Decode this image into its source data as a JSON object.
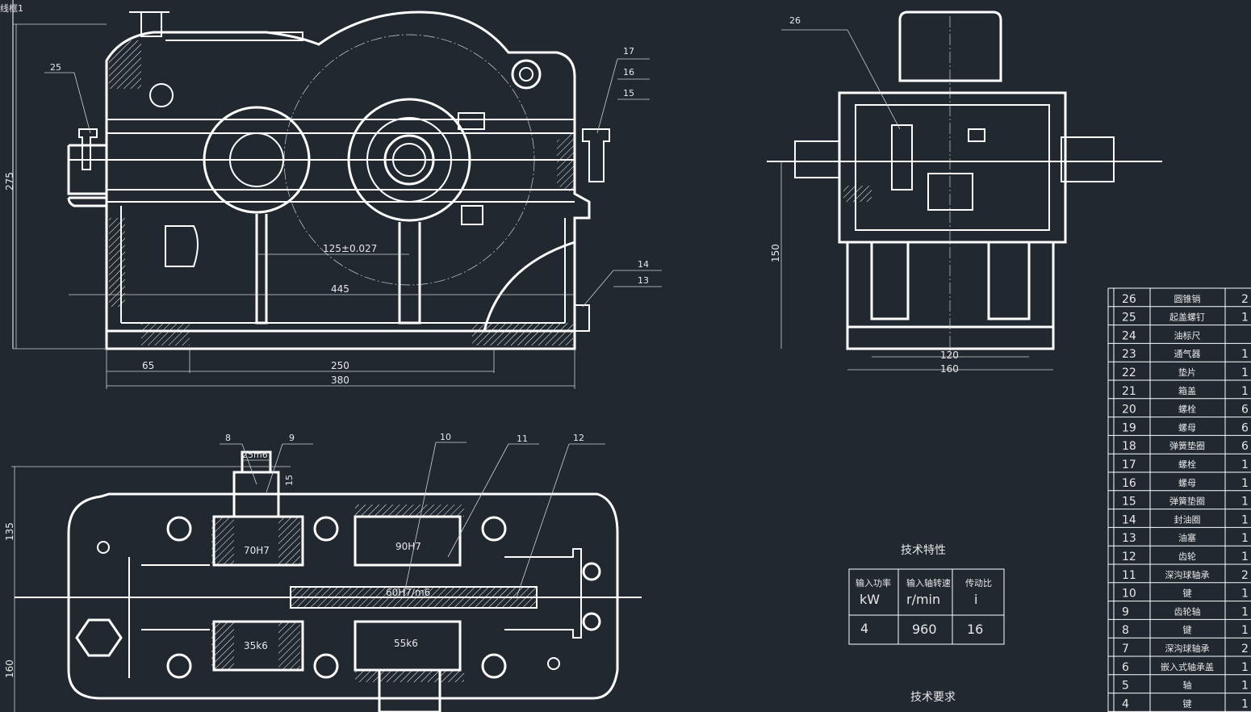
{
  "frame_label": "线框1",
  "front_view": {
    "dims": {
      "height": "275",
      "center_distance": "125±0.027",
      "overall_base": "445",
      "foot_left": "65",
      "foot_span": "250",
      "overall": "380"
    },
    "callouts": [
      "25",
      "17",
      "16",
      "15",
      "14",
      "13"
    ]
  },
  "side_view": {
    "dims": {
      "height": "150",
      "inner": "120",
      "outer": "160"
    },
    "callouts": [
      "26"
    ]
  },
  "top_view": {
    "dims": {
      "d1": "25m6",
      "d2": "15",
      "d3": "70H7",
      "d4": "90H7",
      "d5": "60H7/m6",
      "d6": "35k6",
      "d7": "55k6",
      "left_top": "135",
      "left_bottom": "160"
    },
    "callouts": [
      "8",
      "9",
      "10",
      "11",
      "12"
    ]
  },
  "tech_spec": {
    "title": "技术特性",
    "headers": [
      {
        "line1": "输入功率",
        "line2": "kW"
      },
      {
        "line1": "输入轴转速",
        "line2": "r/min"
      },
      {
        "line1": "传动比",
        "line2": "i"
      }
    ],
    "values": [
      "4",
      "960",
      "16"
    ]
  },
  "tech_req_title": "技术要求",
  "parts": [
    {
      "no": "26",
      "name": "圆锥销",
      "qty": "2"
    },
    {
      "no": "25",
      "name": "起盖螺钉",
      "qty": "1"
    },
    {
      "no": "24",
      "name": "油标尺",
      "qty": ""
    },
    {
      "no": "23",
      "name": "通气器",
      "qty": "1"
    },
    {
      "no": "22",
      "name": "垫片",
      "qty": "1"
    },
    {
      "no": "21",
      "name": "箱盖",
      "qty": "1"
    },
    {
      "no": "20",
      "name": "螺栓",
      "qty": "6"
    },
    {
      "no": "19",
      "name": "螺母",
      "qty": "6"
    },
    {
      "no": "18",
      "name": "弹簧垫圈",
      "qty": "6"
    },
    {
      "no": "17",
      "name": "螺栓",
      "qty": "1"
    },
    {
      "no": "16",
      "name": "螺母",
      "qty": "1"
    },
    {
      "no": "15",
      "name": "弹簧垫圈",
      "qty": "1"
    },
    {
      "no": "14",
      "name": "封油圈",
      "qty": "1"
    },
    {
      "no": "13",
      "name": "油塞",
      "qty": "1"
    },
    {
      "no": "12",
      "name": "齿轮",
      "qty": "1"
    },
    {
      "no": "11",
      "name": "深沟球轴承",
      "qty": "2"
    },
    {
      "no": "10",
      "name": "键",
      "qty": "1"
    },
    {
      "no": "9",
      "name": "齿轮轴",
      "qty": "1"
    },
    {
      "no": "8",
      "name": "键",
      "qty": "1"
    },
    {
      "no": "7",
      "name": "深沟球轴承",
      "qty": "2"
    },
    {
      "no": "6",
      "name": "嵌入式轴承盖",
      "qty": "1"
    },
    {
      "no": "5",
      "name": "轴",
      "qty": "1"
    },
    {
      "no": "4",
      "name": "键",
      "qty": "1"
    }
  ]
}
